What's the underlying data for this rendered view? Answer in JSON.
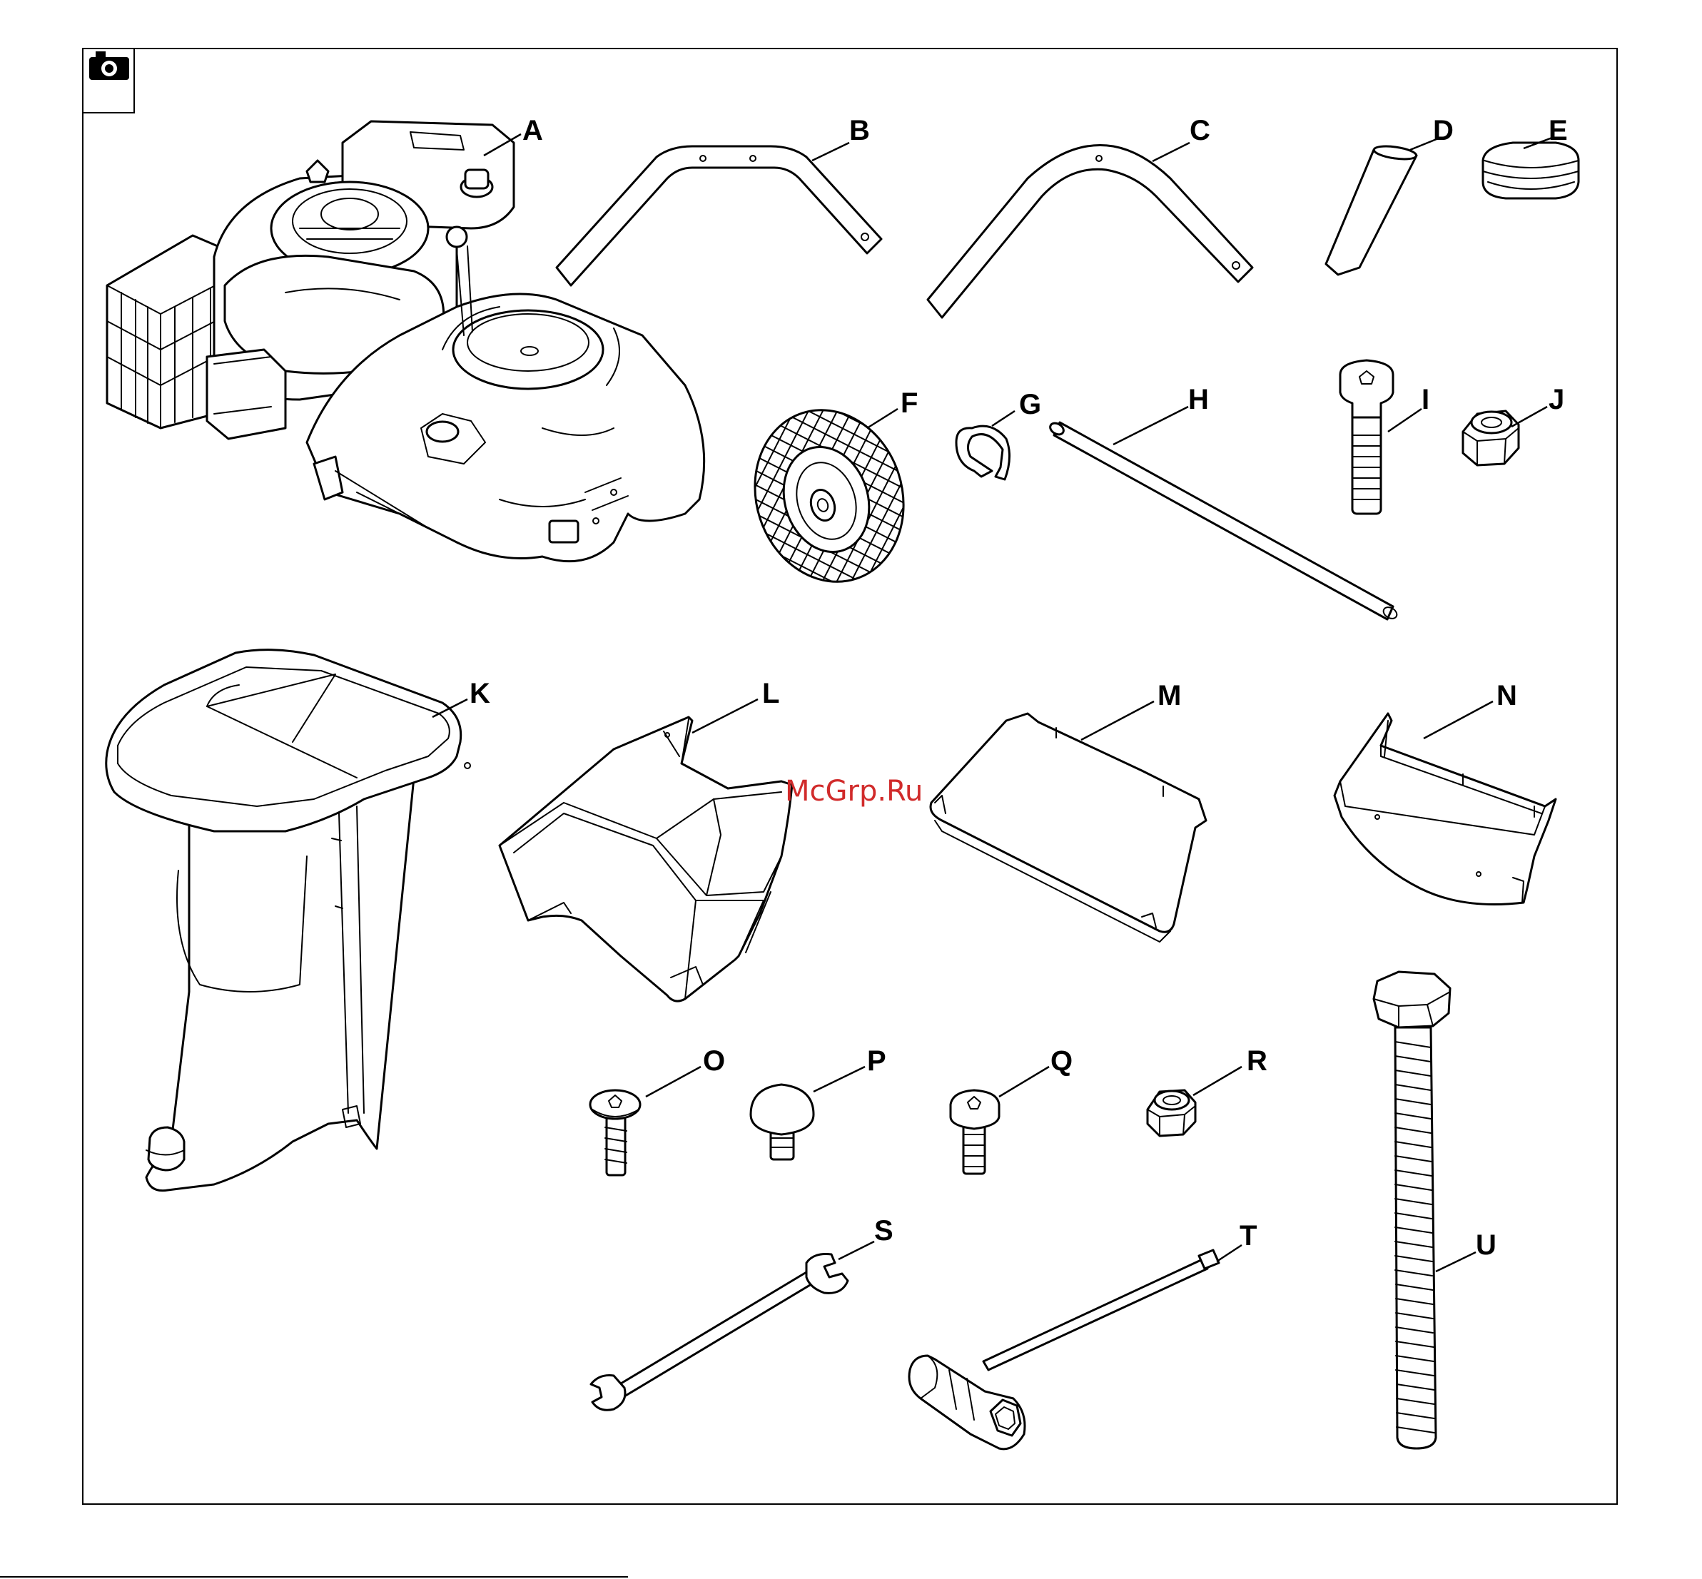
{
  "watermark": "McGrp.Ru",
  "camera_icon": "camera-icon",
  "parts": [
    {
      "id": "A",
      "label": "A",
      "name": "engine-chassis"
    },
    {
      "id": "B",
      "label": "B",
      "name": "handle-lower"
    },
    {
      "id": "C",
      "label": "C",
      "name": "handle-upper"
    },
    {
      "id": "D",
      "label": "D",
      "name": "leg-tube"
    },
    {
      "id": "E",
      "label": "E",
      "name": "end-cap"
    },
    {
      "id": "F",
      "label": "F",
      "name": "wheel"
    },
    {
      "id": "G",
      "label": "G",
      "name": "circlip"
    },
    {
      "id": "H",
      "label": "H",
      "name": "axle"
    },
    {
      "id": "I",
      "label": "I",
      "name": "long-screw"
    },
    {
      "id": "J",
      "label": "J",
      "name": "lock-nut-large"
    },
    {
      "id": "K",
      "label": "K",
      "name": "hopper"
    },
    {
      "id": "L",
      "label": "L",
      "name": "chute"
    },
    {
      "id": "M",
      "label": "M",
      "name": "flat-plate"
    },
    {
      "id": "N",
      "label": "N",
      "name": "deflector"
    },
    {
      "id": "O",
      "label": "O",
      "name": "self-tapping-screw"
    },
    {
      "id": "P",
      "label": "P",
      "name": "carriage-bolt"
    },
    {
      "id": "Q",
      "label": "Q",
      "name": "short-screw"
    },
    {
      "id": "R",
      "label": "R",
      "name": "lock-nut-small"
    },
    {
      "id": "S",
      "label": "S",
      "name": "spanner"
    },
    {
      "id": "T",
      "label": "T",
      "name": "box-spanner"
    },
    {
      "id": "U",
      "label": "U",
      "name": "long-bolt"
    }
  ]
}
